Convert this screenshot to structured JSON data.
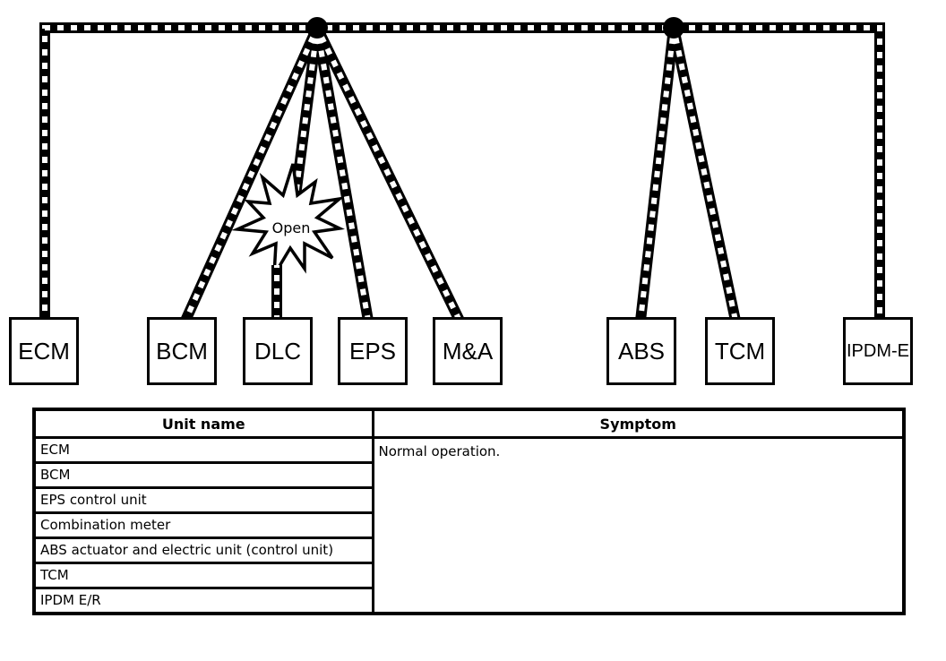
{
  "diagram": {
    "background_color": "#ffffff",
    "bus_line_color": "#000000",
    "bus_dash_color": "#ffffff",
    "junction_dot_count": 2,
    "open_label": "Open",
    "units": [
      {
        "label": "ECM"
      },
      {
        "label": "BCM"
      },
      {
        "label": "DLC"
      },
      {
        "label": "EPS"
      },
      {
        "label": "M&A"
      },
      {
        "label": "ABS"
      },
      {
        "label": "TCM"
      },
      {
        "label": "IPDM-E"
      }
    ]
  },
  "table": {
    "headers": {
      "unit": "Unit name",
      "symptom": "Symptom"
    },
    "rows": [
      {
        "unit": "ECM"
      },
      {
        "unit": "BCM"
      },
      {
        "unit": "EPS control unit"
      },
      {
        "unit": "Combination meter"
      },
      {
        "unit": "ABS actuator and electric unit (control unit)"
      },
      {
        "unit": "TCM"
      },
      {
        "unit": "IPDM E/R"
      }
    ],
    "symptom_value": "Normal operation."
  }
}
